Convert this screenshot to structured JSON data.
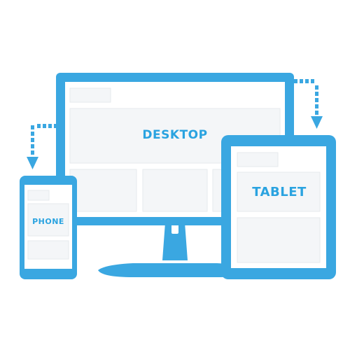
{
  "labels": {
    "desktop": "DESKTOP",
    "tablet": "TABLET",
    "phone": "PHONE"
  },
  "colors": {
    "device_frame": "#3aa7e1",
    "screen_bg": "#ffffff",
    "placeholder_block": "#f4f6f8",
    "placeholder_border": "#e6e9ec",
    "label_text": "#2aa3e0",
    "arrow": "#3aa7e1"
  },
  "icons": {
    "desktop": "desktop-monitor-icon",
    "tablet": "tablet-device-icon",
    "phone": "phone-device-icon",
    "arrow_to_tablet": "dotted-arrow-down-icon",
    "arrow_to_phone": "dotted-arrow-down-icon"
  }
}
